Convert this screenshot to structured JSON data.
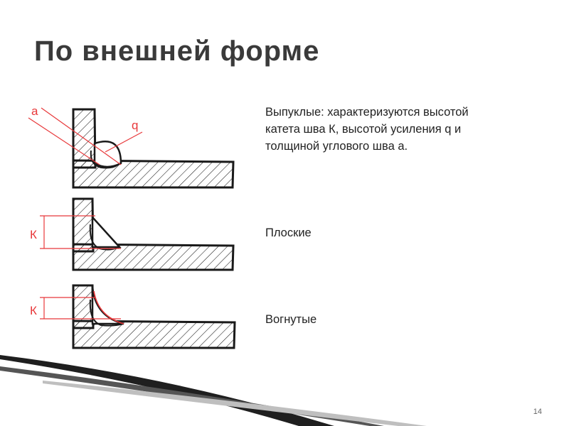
{
  "slide": {
    "title": "По внешней форме",
    "page_number": "14"
  },
  "types": [
    {
      "id": "convex",
      "description": "Выпуклые: характеризуются высотой катета шва К, высотой усиления q и толщиной углового шва а."
    },
    {
      "id": "flat",
      "description": "Плоские"
    },
    {
      "id": "concave",
      "description": "Вогнутые"
    }
  ],
  "labels": {
    "throat": "a",
    "reinforcement": "q",
    "leg_flat": "К",
    "leg_concave": "К"
  },
  "colors": {
    "annotation": "#e8383a",
    "metal_outline": "#1a1a1a",
    "title": "#3a3a3a"
  }
}
